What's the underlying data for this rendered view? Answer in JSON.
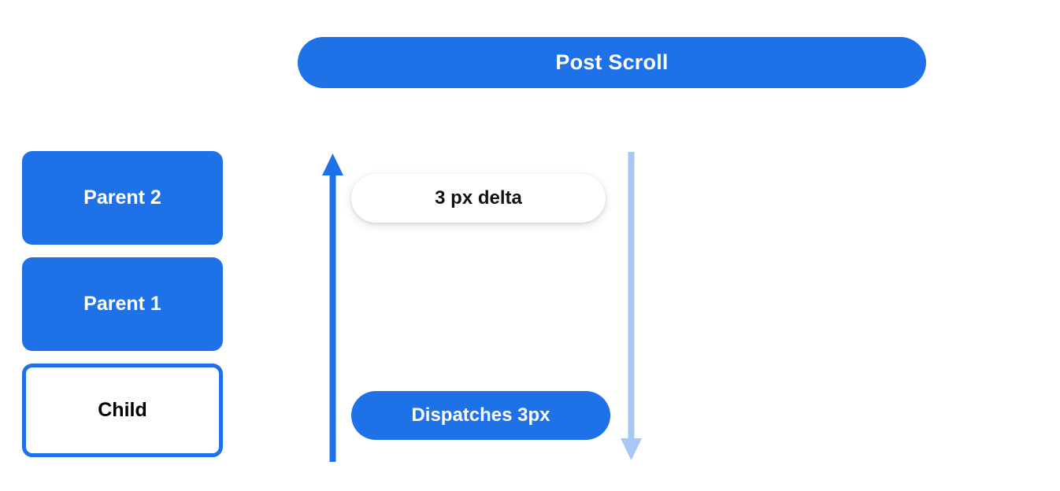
{
  "header": {
    "title": "Post Scroll"
  },
  "colors": {
    "primary_blue": "#1f71e8",
    "light_blue": "#a8c7f5",
    "white": "#ffffff",
    "text_dark": "#121212"
  },
  "box_stack": {
    "items": [
      {
        "label": "Parent 2",
        "style": "filled"
      },
      {
        "label": "Parent 1",
        "style": "filled"
      },
      {
        "label": "Child",
        "style": "outlined"
      }
    ]
  },
  "arrows": [
    {
      "name": "scroll-up-arrow",
      "direction": "up",
      "color": "#1f71e8"
    },
    {
      "name": "scroll-down-arrow",
      "direction": "down",
      "color": "#a8c7f5"
    }
  ],
  "chips": {
    "delta": {
      "label": "3 px delta"
    },
    "dispatch": {
      "label": "Dispatches 3px"
    }
  }
}
